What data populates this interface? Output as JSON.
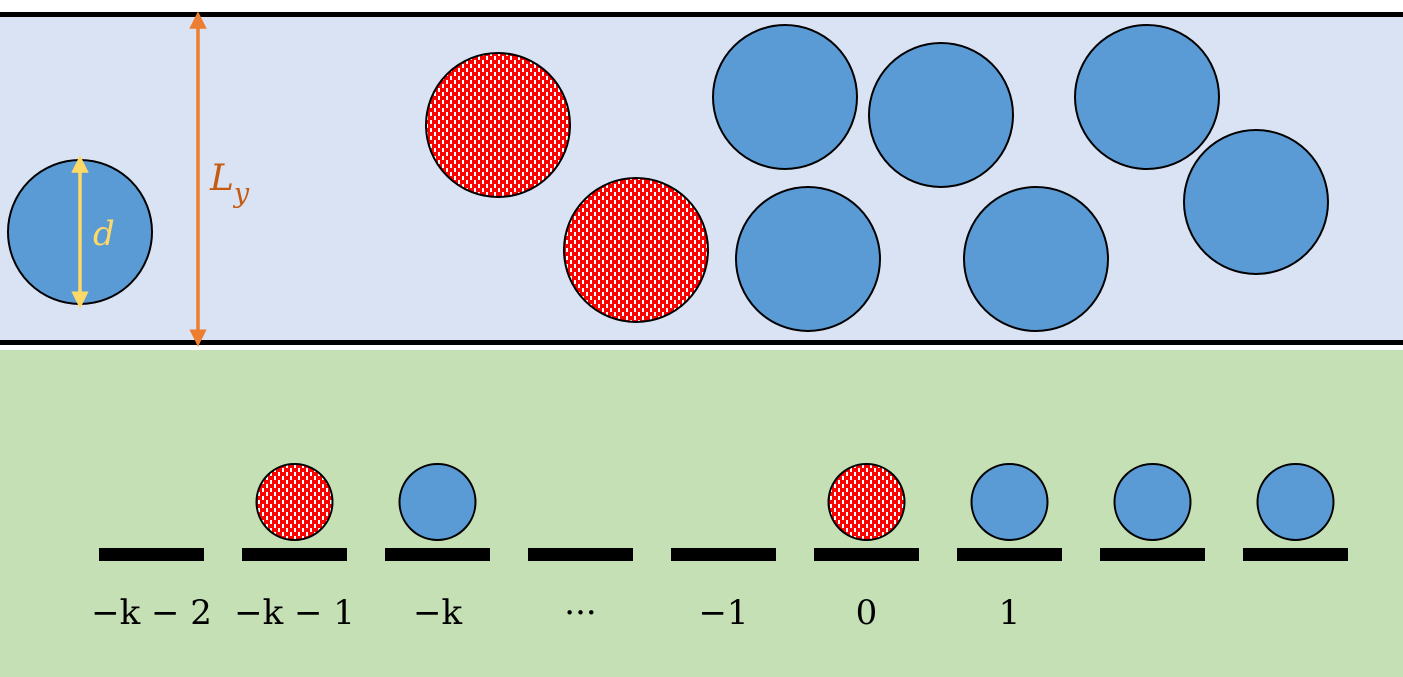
{
  "channel": {
    "background": "#dae3f3",
    "wall_color": "#000000",
    "width_label": "L",
    "width_label_subscript": "y",
    "width_label_color": "#c55a11",
    "width_arrow_color": "#ed7d31",
    "diameter_label": "d",
    "diameter_arrow_color": "#ffd966",
    "particle_color": "#5b9bd5",
    "tagged_particle_pattern_colors": [
      "#ff0000",
      "#ffffff"
    ]
  },
  "lattice": {
    "background": "#c5e0b4",
    "site_color": "#000000",
    "site_labels": [
      "−k − 2",
      "−k − 1",
      "−k",
      "···",
      "−1",
      "0",
      "1",
      "",
      ""
    ],
    "site_occupancy": [
      "empty",
      "tagged",
      "normal",
      "empty",
      "empty",
      "tagged",
      "normal",
      "normal",
      "normal"
    ]
  }
}
